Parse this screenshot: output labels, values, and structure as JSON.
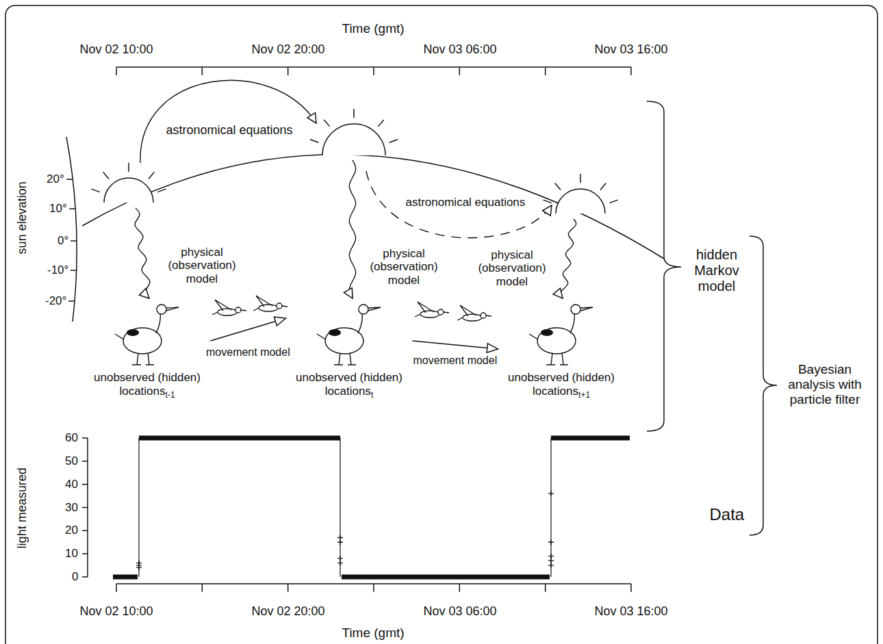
{
  "diagram": {
    "nodes": [
      {
        "text": [
          "unobserved (hidden) locations",
          "t-1"
        ]
      },
      {
        "text": [
          "unobserved (hidden) locations",
          "t"
        ]
      },
      {
        "text": [
          "unobserved (hidden) locations",
          "t+1"
        ]
      }
    ],
    "edges": [
      {
        "from": 0,
        "to": 1,
        "arrow": "to",
        "label": "movement model"
      },
      {
        "from": 1,
        "to": 2,
        "arrow": "to",
        "label": "movement model"
      }
    ],
    "labels": [
      "Time (gmt)",
      "Nov 02 10:00",
      "Nov 02 20:00",
      "Nov 03 06:00",
      "Nov 03 16:00",
      "sun elevation",
      "20°",
      "10°",
      "0°",
      "-10°",
      "-20°",
      "astronomical equations",
      "astronomical equations",
      "physical (observation) model",
      "physical (observation) model",
      "physical (observation) model",
      "hidden Markov model",
      "Bayesian analysis with particle filter",
      "light measured",
      "60",
      "50",
      "40",
      "30",
      "20",
      "10",
      "0",
      "Nov 02 10:00",
      "Nov 02 20:00",
      "Nov 03 06:00",
      "Nov 03 16:00",
      "Time (gmt)",
      "Data"
    ]
  }
}
